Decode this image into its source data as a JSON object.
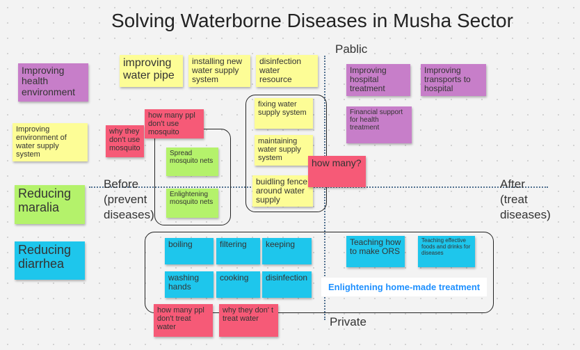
{
  "title": "Solving Waterborne Diseases in Musha Sector",
  "axis": {
    "top": "Pablic",
    "bottom": "Private",
    "left": "Before\n(prevent\ndiseases)",
    "right": "After\n(treat\ndiseases)"
  },
  "row_labels": {
    "health_env": "Improving health environment",
    "water_supply": "Improving environment of water supply system",
    "malaria": "Reducing maralia",
    "diarrhea": "Reducing diarrhea"
  },
  "notes": {
    "water_pipe": "improving water pipe",
    "new_water_supply": "installing new water supply system",
    "disinfection_resource": "disinfection water resource",
    "fixing_supply": "fixing water supply system",
    "maintaining_supply": "maintaining water supply system",
    "building_fence": "buidling fence around water supply",
    "how_many": "how many?",
    "how_many_nets": "how many ppl don't use mosquito",
    "why_no_nets": "why they don't use mosquito",
    "spread_nets": "Spread mosquito nets",
    "enlighten_nets": "Enlightening mosquito nets",
    "hospital": "Improving hospital treatment",
    "transports": "Improving transports to hospital",
    "financial": "Financial support for health treatment",
    "boiling": "boiling",
    "filtering": "filtering",
    "keeping": "keeping",
    "washing": "washing hands",
    "cooking": "cooking",
    "disinfection": "disinfection",
    "teaching_ors": "Teaching how to make ORS",
    "teaching_foods": "Teaching effective foods and drinks for diseases",
    "home_made": "Enlightening home-made treatment",
    "how_many_treat": "how many ppl don't treat water",
    "why_no_treat": "why they don' t treat water"
  },
  "colors": {
    "yellow": "#fdfd96",
    "purple": "#c77ec9",
    "green": "#b4f26b",
    "cyan": "#1ec6ec",
    "pink": "#f65a77",
    "accent_text": "#1e90ff"
  }
}
